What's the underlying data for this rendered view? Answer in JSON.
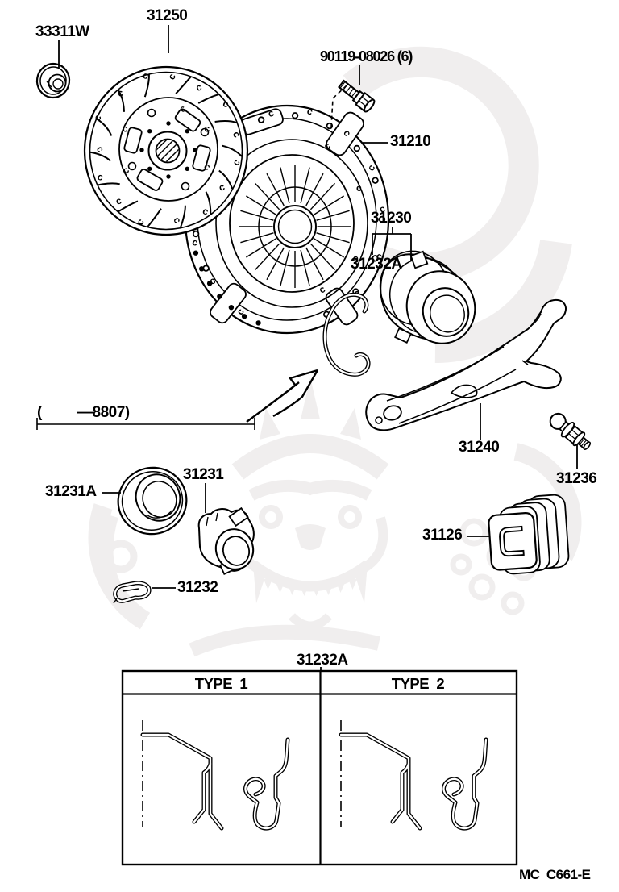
{
  "colors": {
    "line": "#000000",
    "watermark": "#f0eeee",
    "background": "#ffffff"
  },
  "callouts": {
    "pilot_bearing": "33311W",
    "clutch_disc": "31250",
    "cover_bolt": "90119-08026 (6)",
    "clutch_cover": "31210",
    "release_bearing_assy": "31230",
    "bearing_clip": "31232A",
    "release_fork": "31240",
    "fork_support": "31236",
    "applicability_open_paren": "(",
    "applicability_range": "—8807)",
    "release_bearing": "31231A",
    "bearing_hub": "31231",
    "hub_clip": "31232",
    "fork_boot": "31126"
  },
  "clip_type_box": {
    "title": "31232A",
    "type1": "TYPE  1",
    "type2": "TYPE  2"
  },
  "drawing_code": "MC  C661-E",
  "disc_mark_glyph": "c"
}
